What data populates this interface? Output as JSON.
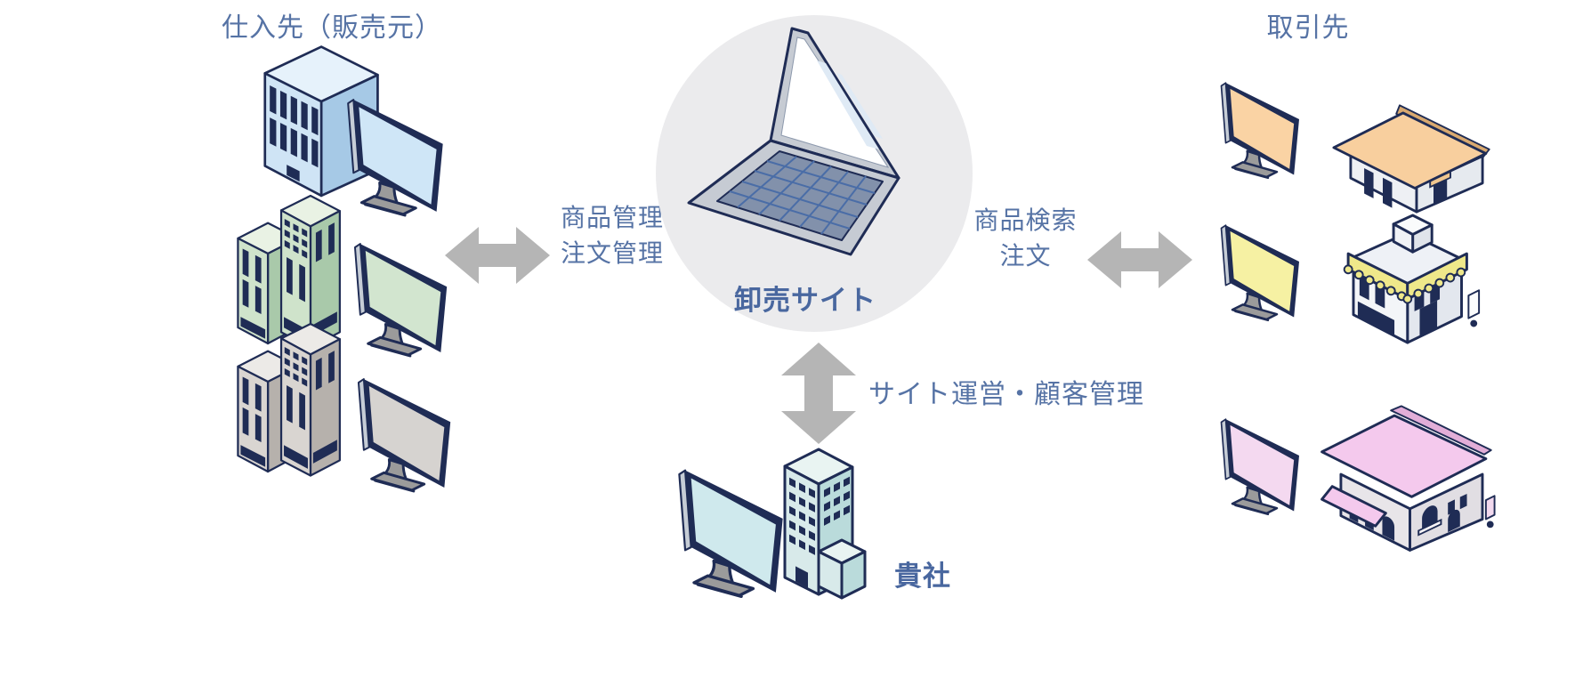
{
  "labels": {
    "suppliers": "仕入先（販売元）",
    "customers": "取引先",
    "site": "卸売サイト",
    "company": "貴社"
  },
  "links": {
    "supplier_site": {
      "line1": "商品管理",
      "line2": "注文管理"
    },
    "customer_site": {
      "line1": "商品検索",
      "line2": "注文"
    },
    "company_site": {
      "label": "サイト運営・顧客管理"
    }
  },
  "icons": {
    "suppliers": [
      "blue-office-building-with-monitor-icon",
      "green-office-building-with-monitor-icon",
      "gray-office-building-with-monitor-icon"
    ],
    "site": "laptop-icon",
    "company": "cyan-office-building-with-monitor-icon",
    "customers": [
      "orange-monitor-with-house-icon",
      "yellow-monitor-with-shop-icon",
      "pink-monitor-with-house-icon"
    ],
    "arrows": [
      "left-right-arrow-icon",
      "left-right-arrow-icon",
      "up-down-arrow-icon"
    ]
  },
  "palette": {
    "navy": "#1f2c55",
    "label-blue": "#5673a5",
    "label-strong": "#49679f",
    "arrow-gray": "#b5b5b5",
    "circle-bg": "#ebebed",
    "stand-gray": "#9b9b9b",
    "bezel-side": "#c6cdd6",
    "b1-top": "#e6f2fb",
    "b1-front": "#cfe4f5",
    "b1-side": "#a6c9e6",
    "b1-screen": "#cfe6f7",
    "b2-top": "#e9f2e4",
    "b2-front": "#cfe3cb",
    "b2-side": "#a9c9aa",
    "b2-screen": "#d2e5cf",
    "b3-top": "#eceae7",
    "b3-front": "#d9d5d1",
    "b3-side": "#b6b1ac",
    "b3-screen": "#d6d3d0",
    "co-top": "#e9f4f2",
    "co-front": "#d8eaea",
    "co-side": "#badbdb",
    "co-screen": "#cfe9ed",
    "c1-screen": "#fad3a4",
    "c1-roof": "#f8cf9e",
    "c1-wall": "#eef0f4",
    "c2-screen": "#f6f1a3",
    "c2-awning": "#efe88a",
    "c3-screen": "#f4d9f0",
    "c3-roof": "#f4c9ed",
    "laptop-body": "#c6cbd3",
    "laptop-keys": "#8291ab",
    "laptop-grid": "#4a6da7",
    "laptop-streak": "#dfeaf5"
  }
}
